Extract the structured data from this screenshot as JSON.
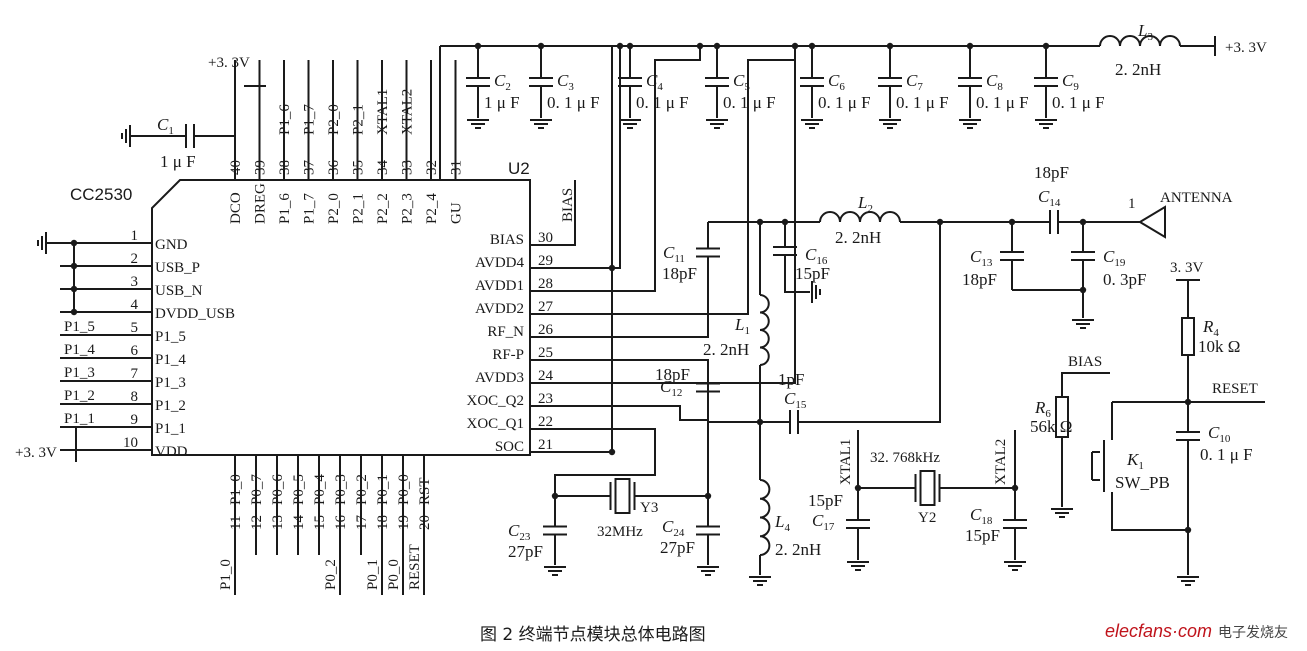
{
  "caption": "图 2   终端节点模块总体电路图",
  "watermark": {
    "brand": "elecfans·com",
    "tagline": "电子发烧友"
  },
  "chip": {
    "ref": "U2",
    "part": "CC2530"
  },
  "left_pins": [
    {
      "num": "1",
      "name": "GND"
    },
    {
      "num": "2",
      "name": "USB_P"
    },
    {
      "num": "3",
      "name": "USB_N"
    },
    {
      "num": "4",
      "name": "DVDD_USB"
    },
    {
      "num": "5",
      "name": "P1_5",
      "net": "P1_5"
    },
    {
      "num": "6",
      "name": "P1_4",
      "net": "P1_4"
    },
    {
      "num": "7",
      "name": "P1_3",
      "net": "P1_3"
    },
    {
      "num": "8",
      "name": "P1_2",
      "net": "P1_2"
    },
    {
      "num": "9",
      "name": "P1_1",
      "net": "P1_1"
    },
    {
      "num": "10",
      "name": "VDD",
      "net": "+3.3V"
    }
  ],
  "right_pins": [
    {
      "num": "30",
      "name": "BIAS"
    },
    {
      "num": "29",
      "name": "AVDD4"
    },
    {
      "num": "28",
      "name": "AVDD1"
    },
    {
      "num": "27",
      "name": "AVDD2"
    },
    {
      "num": "26",
      "name": "RF_N"
    },
    {
      "num": "25",
      "name": "RF-P"
    },
    {
      "num": "24",
      "name": "AVDD3"
    },
    {
      "num": "23",
      "name": "XOC_Q2"
    },
    {
      "num": "22",
      "name": "XOC_Q1"
    },
    {
      "num": "21",
      "name": "SOC"
    }
  ],
  "top_pins": [
    {
      "num": "40",
      "name": "DCO"
    },
    {
      "num": "39",
      "name": "DREG"
    },
    {
      "num": "38",
      "name": "P1_6",
      "net": "P1_6"
    },
    {
      "num": "37",
      "name": "P1_7",
      "net": "P1_7"
    },
    {
      "num": "36",
      "name": "P2_0",
      "net": "P2_0"
    },
    {
      "num": "35",
      "name": "P2_1",
      "net": "P2_1"
    },
    {
      "num": "34",
      "name": "P2_2",
      "net": "XTAL1"
    },
    {
      "num": "33",
      "name": "P2_3",
      "net": "XTAL2"
    },
    {
      "num": "32",
      "name": "P2_4"
    },
    {
      "num": "31",
      "name": "GU"
    }
  ],
  "bottom_pins": [
    {
      "num": "11",
      "name": "P1_0",
      "net": "P1_0"
    },
    {
      "num": "12",
      "name": "P0_7"
    },
    {
      "num": "13",
      "name": "P0_6"
    },
    {
      "num": "14",
      "name": "P0_5"
    },
    {
      "num": "15",
      "name": "P0_4"
    },
    {
      "num": "16",
      "name": "P0_3",
      "net": "P0_2"
    },
    {
      "num": "17",
      "name": "P0_2"
    },
    {
      "num": "18",
      "name": "P0_1",
      "net": "P0_1"
    },
    {
      "num": "19",
      "name": "P0_0",
      "net": "P0_0"
    },
    {
      "num": "20",
      "name": "RST",
      "net": "RESET"
    }
  ],
  "supply_labels": {
    "top_left": "+3. 3V",
    "top_right": "+3. 3V",
    "reset_rail": "3. 3V"
  },
  "net_labels": {
    "bias_chip": "BIAS",
    "bias_r6": "BIAS",
    "reset": "RESET",
    "antenna": "ANTENNA",
    "antenna_pin": "1",
    "xtal1": "XTAL1",
    "xtal2": "XTAL2"
  },
  "decoupling": [
    {
      "ref": "C",
      "sub": "2",
      "value": "1 μ F"
    },
    {
      "ref": "C",
      "sub": "3",
      "value": "0. 1 μ F"
    },
    {
      "ref": "C",
      "sub": "4",
      "value": "0. 1 μ F"
    },
    {
      "ref": "C",
      "sub": "5",
      "value": "0. 1 μ F"
    },
    {
      "ref": "C",
      "sub": "6",
      "value": "0. 1 μ F"
    },
    {
      "ref": "C",
      "sub": "7",
      "value": "0. 1 μ F"
    },
    {
      "ref": "C",
      "sub": "8",
      "value": "0. 1 μ F"
    },
    {
      "ref": "C",
      "sub": "9",
      "value": "0. 1 μ F"
    }
  ],
  "parts": {
    "c1": {
      "ref": "C",
      "sub": "1",
      "value": "1 μ F"
    },
    "l3": {
      "ref": "L",
      "sub": "3",
      "value": "2. 2nH"
    },
    "l2": {
      "ref": "L",
      "sub": "2",
      "value": "2. 2nH"
    },
    "l1": {
      "ref": "L",
      "sub": "1",
      "value": "2. 2nH"
    },
    "l4": {
      "ref": "L",
      "sub": "4",
      "value": "2. 2nH"
    },
    "c11": {
      "ref": "C",
      "sub": "11",
      "value": "18pF"
    },
    "c12": {
      "ref": "C",
      "sub": "12",
      "value": "18pF"
    },
    "c13": {
      "ref": "C",
      "sub": "13",
      "value": "18pF"
    },
    "c14": {
      "ref": "C",
      "sub": "14",
      "value": "18pF"
    },
    "c15": {
      "ref": "C",
      "sub": "15",
      "value": "1pF"
    },
    "c16": {
      "ref": "C",
      "sub": "16",
      "value": "15pF"
    },
    "c17": {
      "ref": "C",
      "sub": "17",
      "value": "15pF"
    },
    "c18": {
      "ref": "C",
      "sub": "18",
      "value": "15pF"
    },
    "c19": {
      "ref": "C",
      "sub": "19",
      "value": "0. 3pF"
    },
    "c23": {
      "ref": "C",
      "sub": "23",
      "value": "27pF"
    },
    "c24": {
      "ref": "C",
      "sub": "24",
      "value": "27pF"
    },
    "c10": {
      "ref": "C",
      "sub": "10",
      "value": "0. 1 μ F"
    },
    "r4": {
      "ref": "R",
      "sub": "4",
      "value": "10k Ω"
    },
    "r6": {
      "ref": "R",
      "sub": "6",
      "value": "56k Ω"
    },
    "k1": {
      "ref": "K",
      "sub": "1",
      "value": "SW_PB"
    },
    "y3": {
      "ref": "Y3",
      "value": "32MHz"
    },
    "y2": {
      "ref": "Y2",
      "value": "32. 768kHz"
    }
  }
}
